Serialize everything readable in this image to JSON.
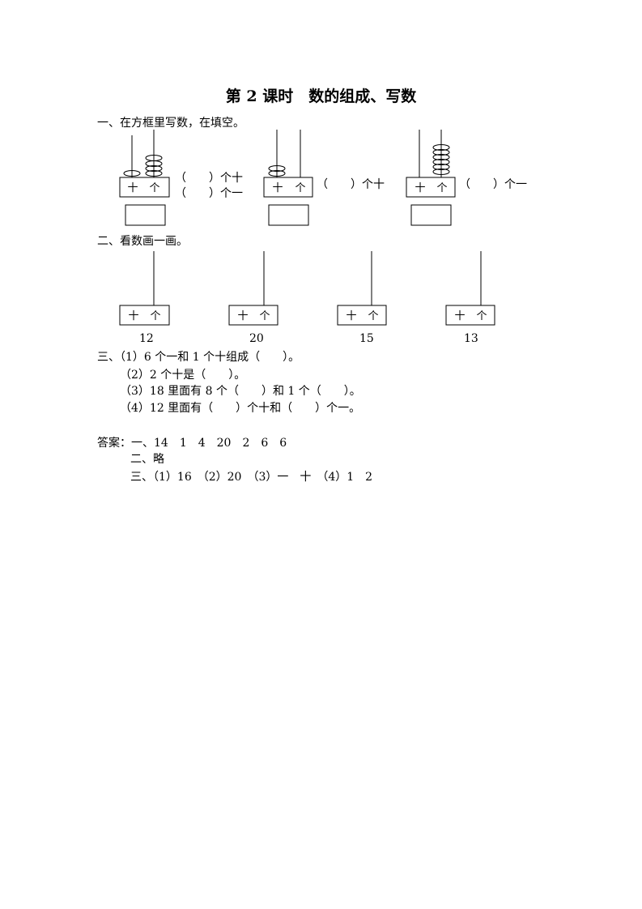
{
  "title": "第 2 课时　数的组成、写数",
  "q1": {
    "heading": "一、在方框里写数，在填空。",
    "abacus_label_tens": "十",
    "abacus_label_ones": "个",
    "items": [
      {
        "lines": [
          "（　　）个十",
          "（　　）个一"
        ]
      },
      {
        "lines": [
          "（　　）个十"
        ]
      },
      {
        "lines": [
          "（　　）个一"
        ]
      }
    ]
  },
  "q2": {
    "heading": "二、看数画一画。",
    "numbers": [
      "12",
      "20",
      "15",
      "13"
    ]
  },
  "q3": {
    "lines": [
      "三、（1）6 个一和 1 个十组成（　　）。",
      "（2）2 个十是（　　）。",
      "（3）18 里面有 8 个（　　）和 1 个（　　）。",
      "（4）12 里面有（　　）个十和（　　）个一。"
    ]
  },
  "answers": {
    "lines": [
      "答案：一、14　1　4　20　2　6　6",
      "二、略",
      "三、（1）16　（2）20　（3）一　十　（4）1　2"
    ]
  }
}
